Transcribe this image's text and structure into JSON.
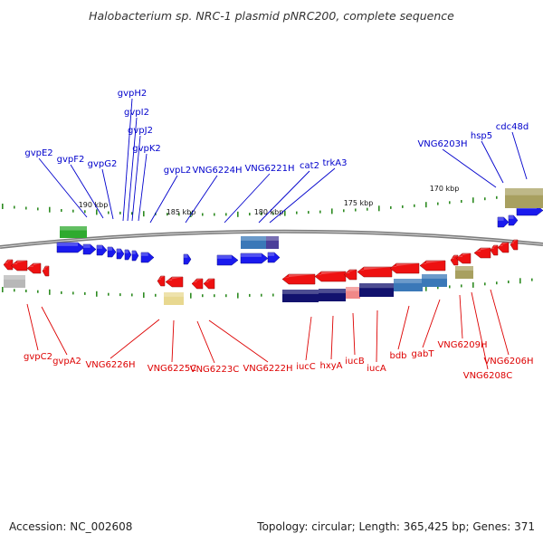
{
  "title": "Halobacterium sp. NRC-1 plasmid pNRC200, complete sequence",
  "footer": {
    "accession": "Accession: NC_002608",
    "topology": "Topology: circular; Length: 365,425 bp; Genes: 371"
  },
  "colors": {
    "forward_label": "#0000cc",
    "reverse_label": "#dd0000",
    "forward_gene": "#1a1aee",
    "reverse_gene": "#ee1111",
    "tick": "#2e8b22",
    "backbone": "#888888"
  },
  "scale_labels": [
    "190 kbp",
    "185 kbp",
    "180 kbp",
    "175 kbp",
    "170 kbp"
  ],
  "forward_labels": [
    "gvpE2",
    "gvpF2",
    "gvpG2",
    "gvpH2",
    "gvpI2",
    "gvpJ2",
    "gvpK2",
    "gvpL2",
    "VNG6224H",
    "VNG6221H",
    "cat2",
    "trkA3",
    "VNG6203H",
    "hsp5",
    "cdc48d"
  ],
  "reverse_labels": [
    "gvpC2",
    "gvpA2",
    "VNG6226H",
    "VNG6225C",
    "VNG6223C",
    "VNG6222H",
    "iucC",
    "hxyA",
    "iucB",
    "iucA",
    "bdb",
    "gabT",
    "VNG6209H",
    "VNG6208C",
    "VNG6206H"
  ]
}
